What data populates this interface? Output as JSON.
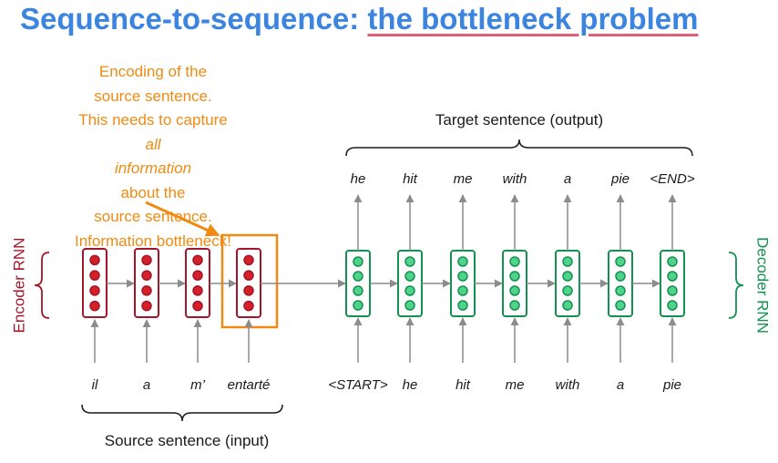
{
  "title": {
    "prefix": "Sequence-to-sequence: ",
    "highlight": "the bottleneck problem"
  },
  "annotation": {
    "line1": "Encoding of the",
    "line2": "source sentence.",
    "line3_pre": "This needs to capture ",
    "line3_em": "all",
    "line4_em": "information",
    "line4_post": " about the",
    "line5": "source sentence.",
    "line6": "Information bottleneck!"
  },
  "encoder": {
    "label": "Encoder RNN",
    "inputs": [
      "il",
      "a",
      "m’",
      "entarté"
    ],
    "brace_label": "Source sentence (input)",
    "color": "#a3162a",
    "dot_color": "#d5202a"
  },
  "decoder": {
    "label": "Decoder RNN",
    "inputs": [
      "<START>",
      "he",
      "hit",
      "me",
      "with",
      "a",
      "pie"
    ],
    "outputs": [
      "he",
      "hit",
      "me",
      "with",
      "a",
      "pie",
      "<END>"
    ],
    "brace_label": "Target sentence (output)",
    "color": "#139150",
    "dot_color": "#4fd28a"
  },
  "colors": {
    "accent_orange": "#f08a12",
    "title_blue": "#3b84e0",
    "underline_pink": "#e0607a",
    "arrow_gray": "#8c8c8c"
  }
}
